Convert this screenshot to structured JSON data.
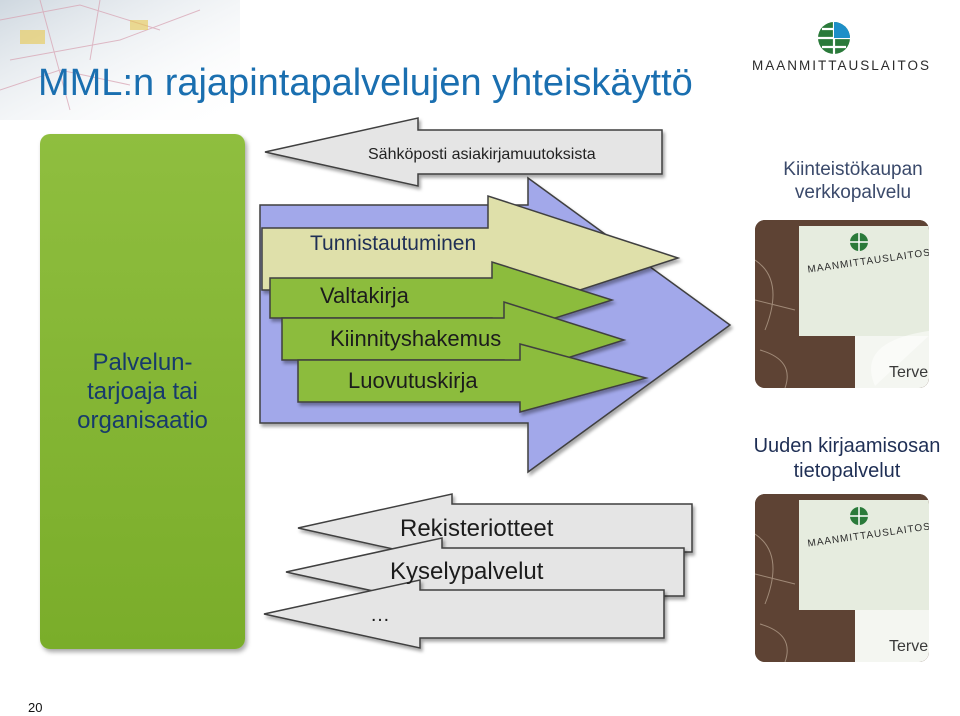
{
  "slide": {
    "title": "MML:n rajapintapalvelujen yhteiskäyttö",
    "page_number": "20"
  },
  "logo": {
    "text": "MAANMITTAUSLAITOS",
    "icon": "mml-globe-logo-icon"
  },
  "provider": {
    "label": "Palvelun-\ntarjoaja tai\norganisaatio"
  },
  "arrows_in": {
    "authentication": "Tunnistautuminen",
    "items": [
      "Valtakirja",
      "Kiinnityshakemus",
      "Luovutuskirja"
    ]
  },
  "arrows_out": {
    "email": "Sähköposti asiakirjamuutoksista",
    "items": [
      "Rekisteriotteet",
      "Kyselypalvelut",
      "…"
    ]
  },
  "services": [
    {
      "label": "Kiinteistökaupan\nverkkopalvelu",
      "thumb_logo": "MAANMITTAUSLAITOS",
      "thumb_text": "Terve"
    },
    {
      "label": "Uuden kirjaamisosan\ntietopalvelut",
      "thumb_logo": "MAANMITTAUSLAITOS",
      "thumb_text": "Terve"
    }
  ],
  "colors": {
    "title": "#1a6fb0",
    "provider_green": "#86b838",
    "arrow_purple": "#9fa6e6",
    "arrow_yellow": "#dfe0a8",
    "arrow_green": "#8cbc3c",
    "arrow_grey": "#e3e3e3"
  }
}
